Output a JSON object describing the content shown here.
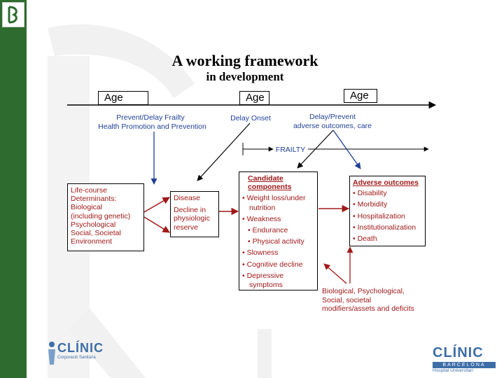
{
  "title": {
    "line1": "A working framework",
    "line2": "in development"
  },
  "timeline": {
    "age1": "Age",
    "age2": "Age",
    "age3": "Age"
  },
  "labels": {
    "prevent": "Prevent/Delay Frailty",
    "health": "Health Promotion and Prevention",
    "delay_onset": "Delay Onset",
    "delay_prevent": "Delay/Prevent",
    "adverse_care": "adverse outcomes, care",
    "frailty": "FRAILTY"
  },
  "life_course": {
    "lines": [
      "Life-course",
      "Determinants:",
      "Biological",
      "(including genetic)",
      "Psychological",
      "Social, Societal",
      "Environment"
    ]
  },
  "disease_box": {
    "line1": "Disease",
    "line2": "Decline in",
    "line3": "physiologic",
    "line4": "reserve"
  },
  "candidate": {
    "header1": "Candidate",
    "header2": "components",
    "items": [
      "• Weight loss/under",
      "nutrition",
      "• Weakness",
      "• Endurance",
      "• Physical activity",
      "• Slowness",
      "• Cognitive decline",
      "• Depressive",
      "symptoms"
    ]
  },
  "adverse": {
    "header": "Adverse outcomes",
    "items": [
      "• Disability",
      "• Morbidity",
      "• Hospitalization",
      "• Institutionalization",
      "• Death"
    ]
  },
  "modifiers": {
    "lines": [
      "Biological, Psychological,",
      "Social, societal",
      "modifiers/assets and deficits"
    ]
  },
  "logos": {
    "left_name": "CLÍNIC",
    "left_sub": "Corporació Sanitària",
    "right_name": "CLÍNIC",
    "right_bar": "BARCELONA",
    "right_sub": "Hospital Universitari"
  },
  "colors": {
    "red": "#a01818",
    "blue": "#1f3f96",
    "sidebar_green": "#2e6b2e",
    "logo_blue": "#3d6ea8"
  },
  "icons": {
    "down_arrow": "down-arrow-icon"
  }
}
